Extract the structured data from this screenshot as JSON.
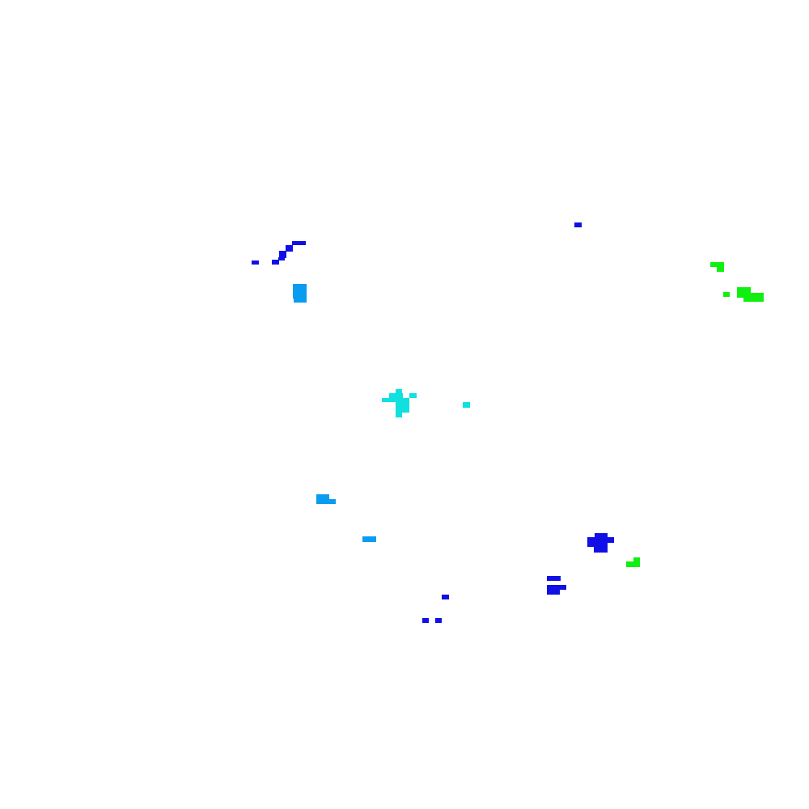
{
  "palette": {
    "background": "#ffffff",
    "blue": "#1010e6",
    "azure": "#0a9cf0",
    "cyan": "#10e0e0",
    "green": "#10f010"
  },
  "clusters": [
    {
      "name": "blue-cluster-top-left",
      "color_key": "blue"
    },
    {
      "name": "blue-dot-top-right",
      "color_key": "blue"
    },
    {
      "name": "azure-block-left",
      "color_key": "azure"
    },
    {
      "name": "green-cluster-right",
      "color_key": "green"
    },
    {
      "name": "cyan-cluster-center",
      "color_key": "cyan"
    },
    {
      "name": "azure-marks-lower-left",
      "color_key": "azure"
    },
    {
      "name": "blue-cluster-lower-right",
      "color_key": "blue"
    },
    {
      "name": "green-mark-lower-right",
      "color_key": "green"
    },
    {
      "name": "blue-dots-bottom",
      "color_key": "blue"
    }
  ]
}
